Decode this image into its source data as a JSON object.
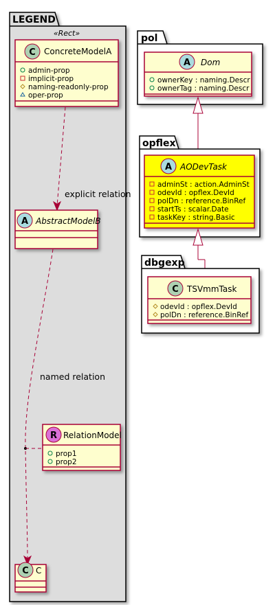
{
  "packages": {
    "legend": "LEGEND",
    "pol": "pol",
    "opflex": "opflex",
    "dbgexp": "dbgexp"
  },
  "legend": {
    "concrete": {
      "stereotype": "«Rect»",
      "badge": "C",
      "name": "ConcreteModelA",
      "attrs": [
        "admin-prop",
        "implicit-prop",
        "naming-readonly-prop",
        "oper-prop"
      ]
    },
    "abstract": {
      "badge": "A",
      "name": "AbstractModelB"
    },
    "relation": {
      "badge": "R",
      "name": "RelationModel",
      "attrs": [
        "prop1",
        "prop2"
      ]
    },
    "c": {
      "badge": "C",
      "name": "C"
    },
    "explicit_label": "explicit relation",
    "named_label": "named relation"
  },
  "dom": {
    "badge": "A",
    "name": "Dom",
    "attrs": [
      "ownerKey : naming.Descr",
      "ownerTag : naming.Descr"
    ]
  },
  "aodevtask": {
    "badge": "A",
    "name": "AODevTask",
    "attrs": [
      "adminSt : action.AdminSt",
      "odevId : opflex.DevId",
      "polDn : reference.BinRef",
      "startTs : scalar.Date",
      "taskKey : string.Basic"
    ]
  },
  "tsvmmtask": {
    "badge": "C",
    "name": "TSVmmTask",
    "attrs": [
      "odevId : opflex.DevId",
      "polDn : reference.BinRef"
    ]
  },
  "colors": {
    "class_fill": "#FEFECE",
    "class_border": "#A80036",
    "highlight_fill": "#FFFF00",
    "legend_fill": "#DDDDDD",
    "badge_C": "#ADD1B2",
    "badge_A": "#A9DCDF",
    "badge_R": "#DA70D6"
  }
}
